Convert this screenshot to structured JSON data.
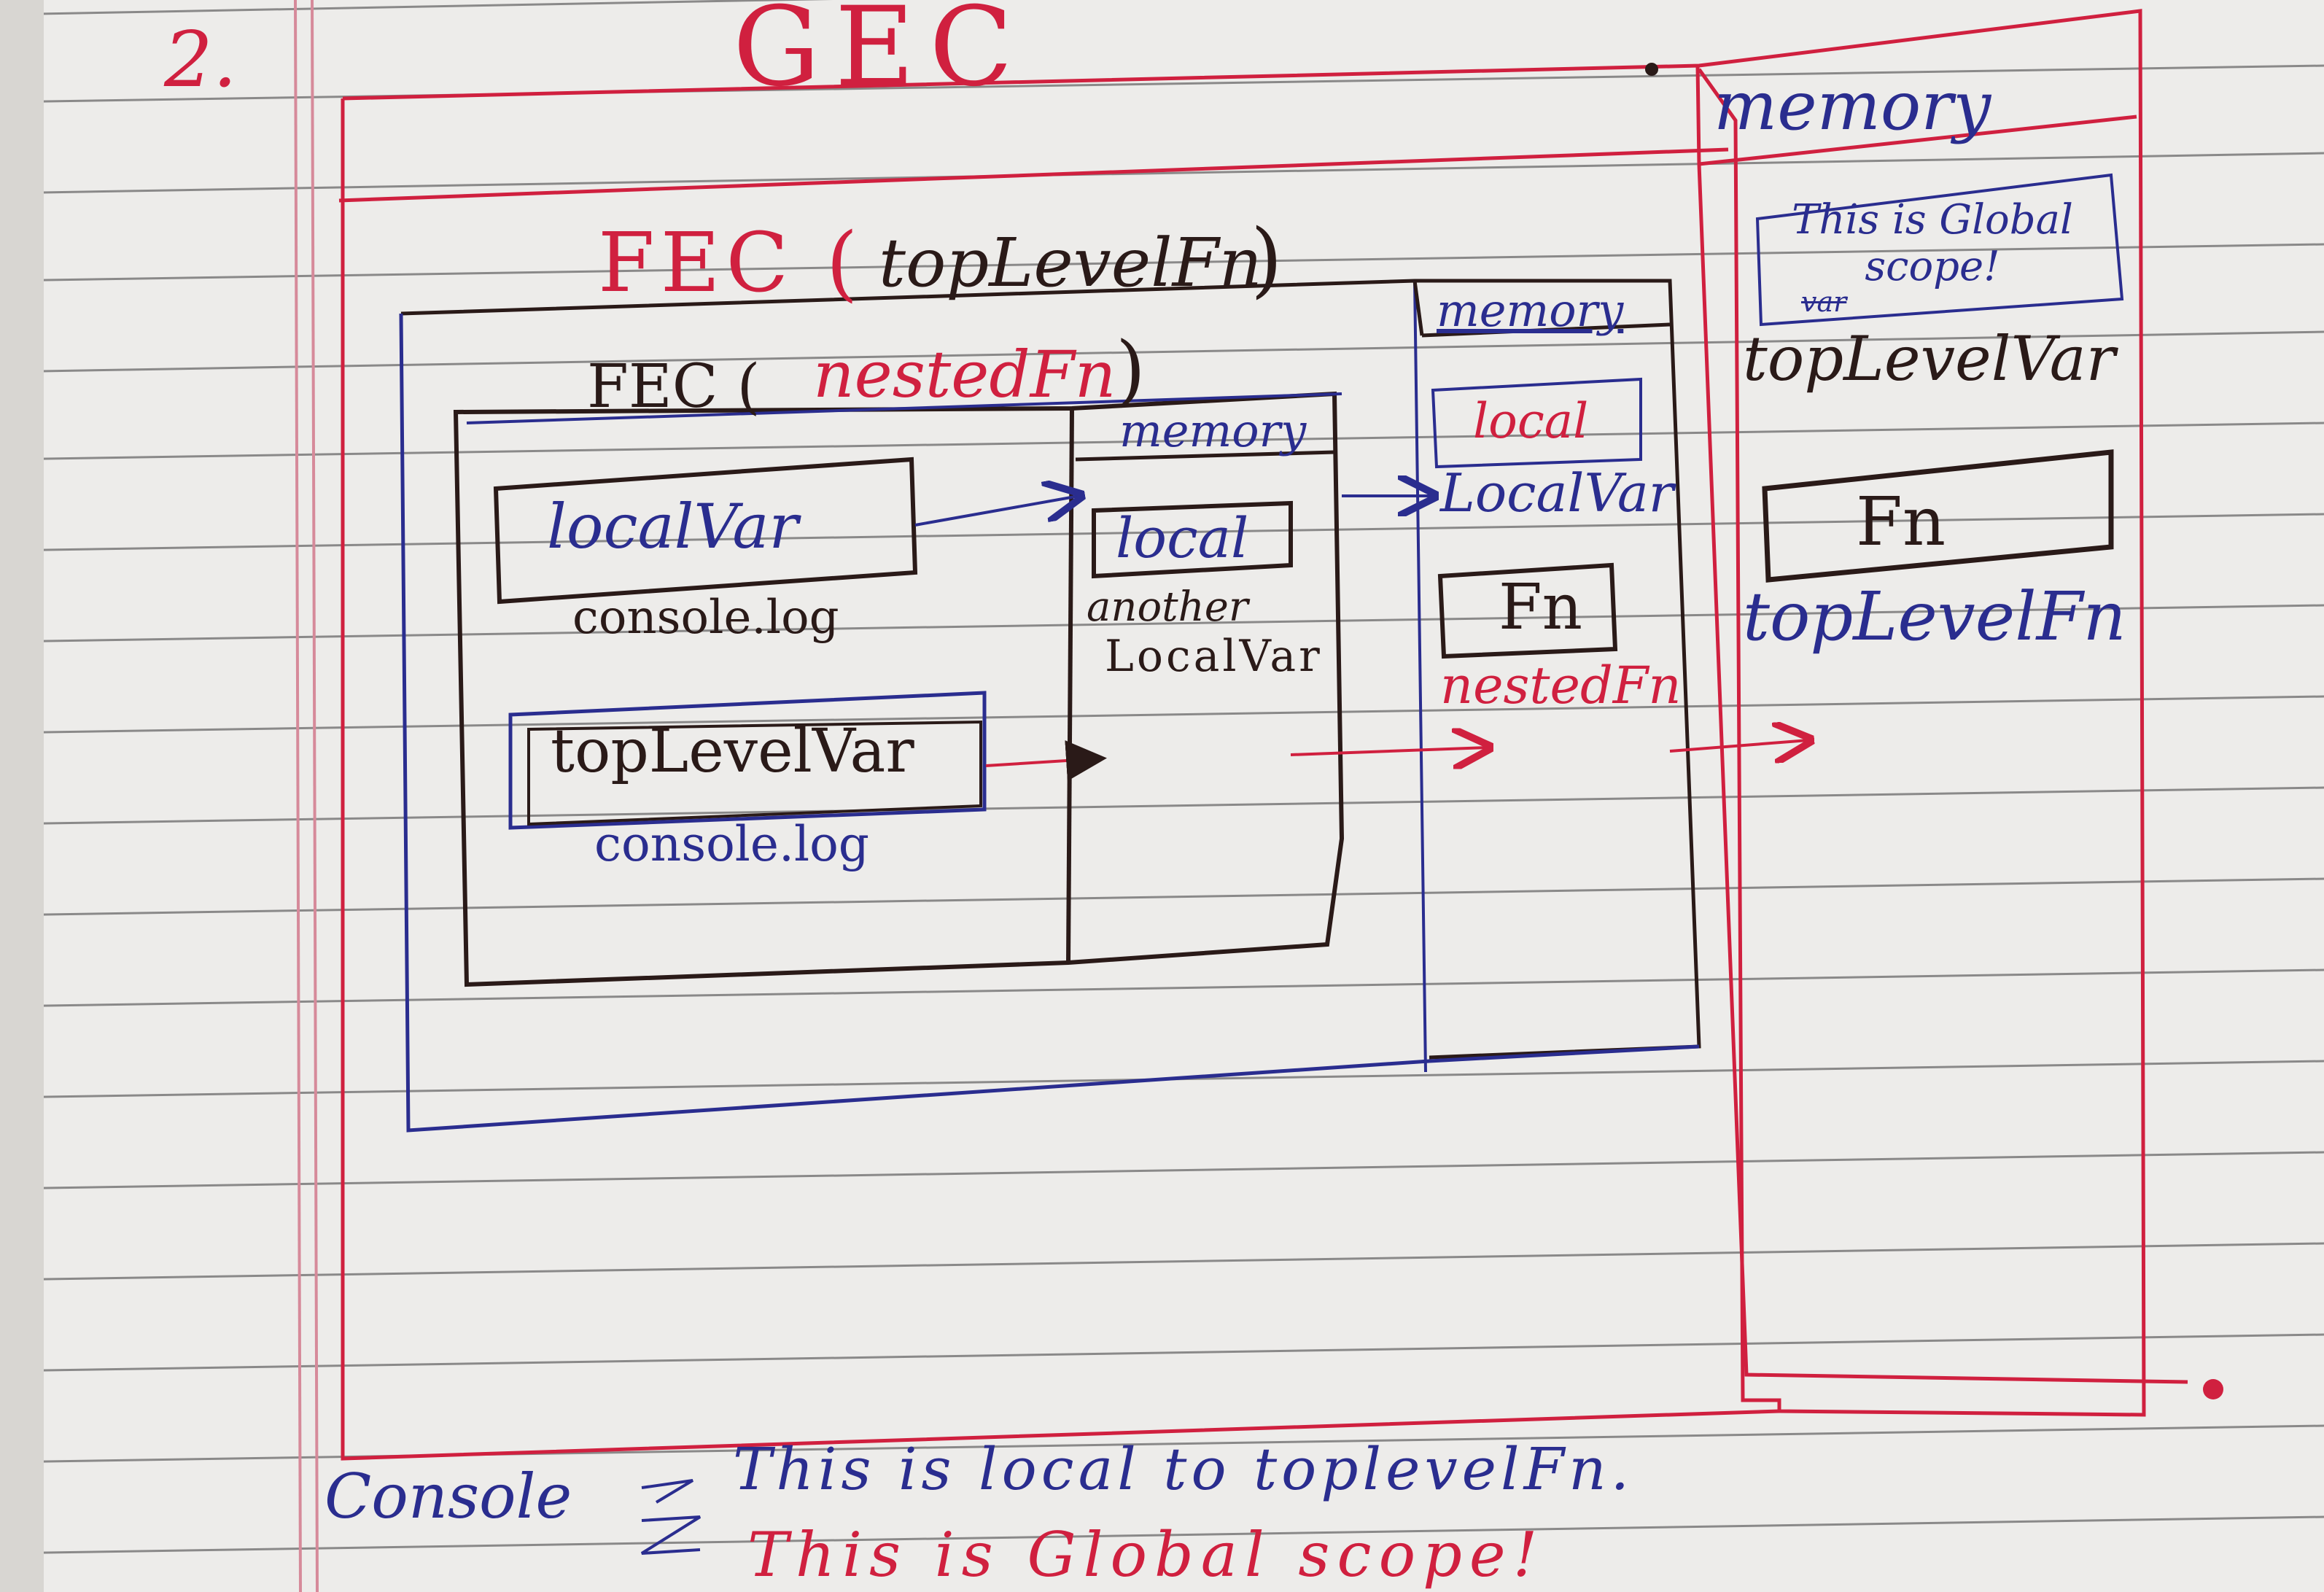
{
  "page_number": "2.",
  "gec": {
    "title": "GEC",
    "memory_label": "memory",
    "memory_items": {
      "global_value": "This is Global scope!",
      "global_value_strike": "var",
      "var_name": "topLevelVar",
      "fn_value": "Fn",
      "fn_name": "topLevelFn"
    }
  },
  "fec_top": {
    "title_prefix": "FEC (",
    "title_name": "topLevelFn",
    "title_suffix": ")",
    "memory_label": "memory",
    "memory_items": {
      "local_value": "local",
      "var_name": "LocalVar",
      "fn_value": "Fn",
      "fn_name": "nestedFn"
    }
  },
  "fec_nested": {
    "title_prefix": "FEC (",
    "title_name": "nestedFn",
    "title_suffix": ")",
    "memory_label": "memory",
    "memory_items": {
      "local_value": "local",
      "var_name_line1": "another",
      "var_name_line2": "LocalVar"
    },
    "code": {
      "stmt1_var": "localVar",
      "stmt1_call": "console.log",
      "stmt2_var": "topLevelVar",
      "stmt2_call": "console.log"
    }
  },
  "console": {
    "label": "Console",
    "arrow": "=>",
    "output_line1": "This is local to toplevelFn.",
    "output_line2": "This is Global scope!"
  },
  "colors": {
    "red_ink": "#d0203f",
    "blue_ink": "#2a2d8f",
    "black_ink": "#2a1a18",
    "paper": "#edecea",
    "rule_line": "#3a3a3a",
    "margin_line": "#d68a9a"
  }
}
